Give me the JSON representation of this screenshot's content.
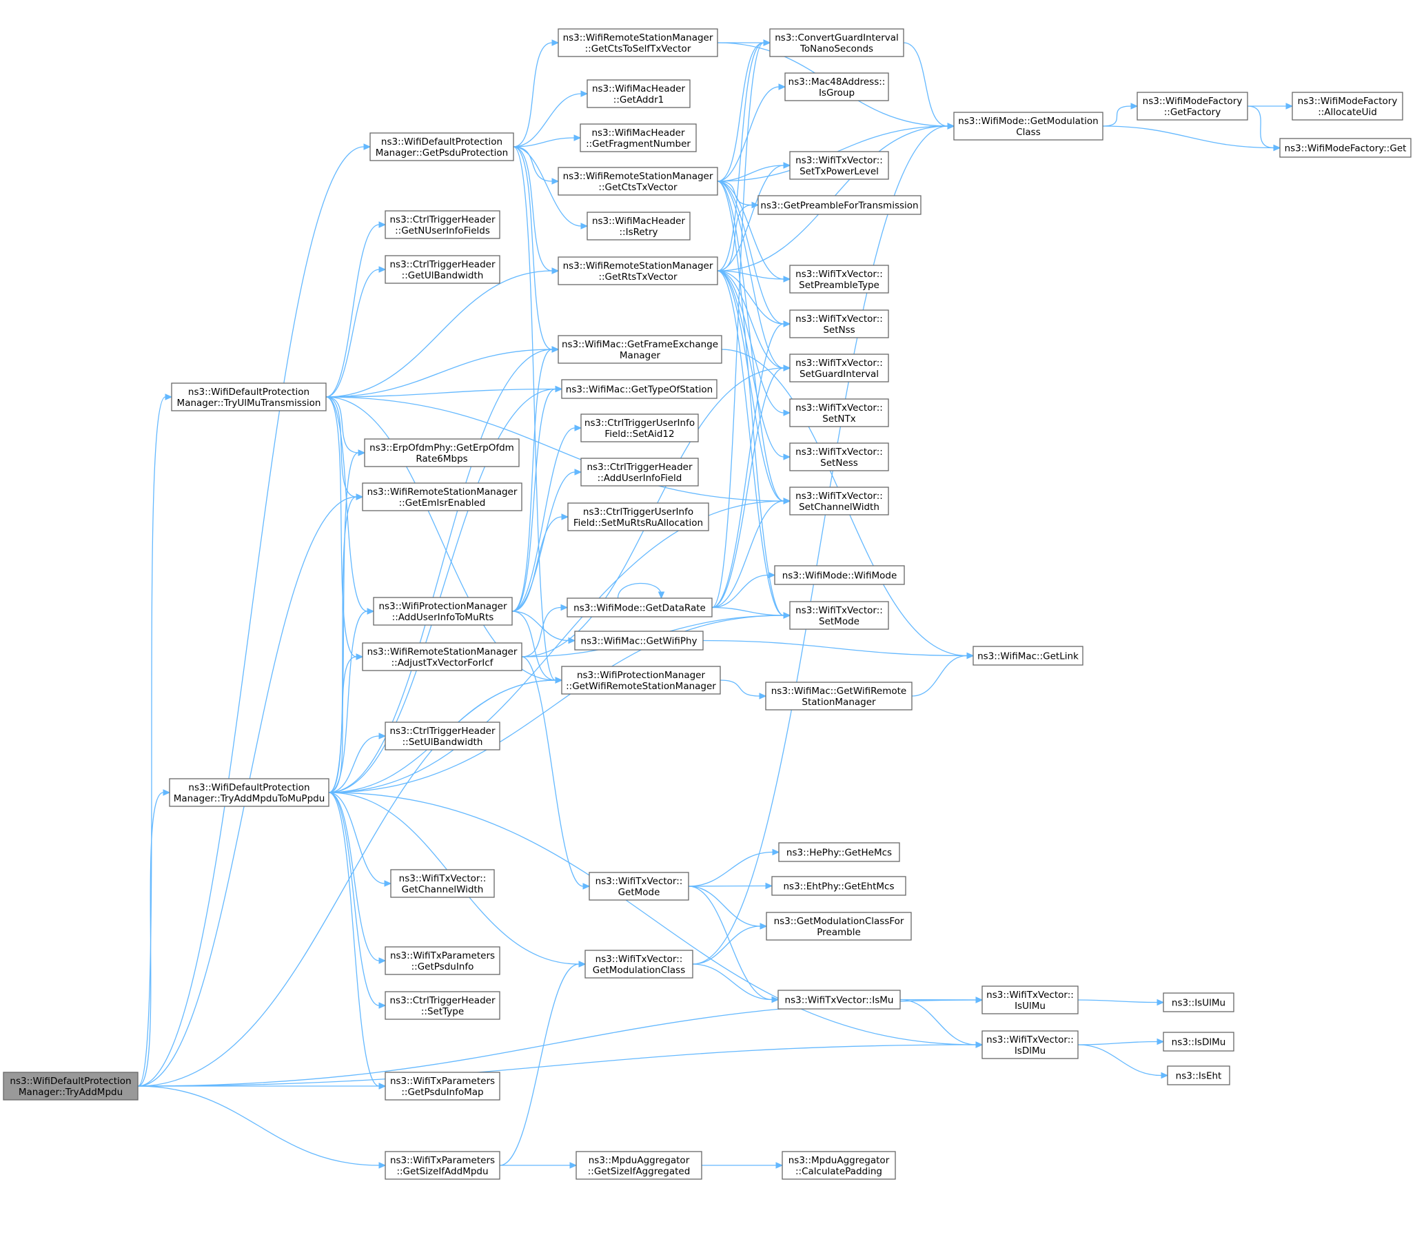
{
  "graph": {
    "nodes": [
      {
        "id": "TryAddMpdu",
        "lines": [
          "ns3::WifiDefaultProtection",
          "Manager::TryAddMpdu"
        ],
        "root": true
      },
      {
        "id": "GetPsduProtection",
        "lines": [
          "ns3::WifiDefaultProtection",
          "Manager::GetPsduProtection"
        ]
      },
      {
        "id": "TryUlMuTransmission",
        "lines": [
          "ns3::WifiDefaultProtection",
          "Manager::TryUlMuTransmission"
        ]
      },
      {
        "id": "TryAddMpduToMuPpdu",
        "lines": [
          "ns3::WifiDefaultProtection",
          "Manager::TryAddMpduToMuPpdu"
        ]
      },
      {
        "id": "GetCtsToSelfTxVector",
        "lines": [
          "ns3::WifiRemoteStationManager",
          "::GetCtsToSelfTxVector"
        ]
      },
      {
        "id": "GetAddr1",
        "lines": [
          "ns3::WifiMacHeader",
          "::GetAddr1"
        ]
      },
      {
        "id": "GetFragmentNumber",
        "lines": [
          "ns3::WifiMacHeader",
          "::GetFragmentNumber"
        ]
      },
      {
        "id": "GetCtsTxVector",
        "lines": [
          "ns3::WifiRemoteStationManager",
          "::GetCtsTxVector"
        ]
      },
      {
        "id": "IsRetry",
        "lines": [
          "ns3::WifiMacHeader",
          "::IsRetry"
        ]
      },
      {
        "id": "GetRtsTxVector",
        "lines": [
          "ns3::WifiRemoteStationManager",
          "::GetRtsTxVector"
        ]
      },
      {
        "id": "GetNUserInfoFields",
        "lines": [
          "ns3::CtrlTriggerHeader",
          "::GetNUserInfoFields"
        ]
      },
      {
        "id": "GetUlBandwidth",
        "lines": [
          "ns3::CtrlTriggerHeader",
          "::GetUlBandwidth"
        ]
      },
      {
        "id": "GetFrameExchangeManager",
        "lines": [
          "ns3::WifiMac::GetFrameExchange",
          "Manager"
        ]
      },
      {
        "id": "GetTypeOfStation",
        "lines": [
          "ns3::WifiMac::GetTypeOfStation"
        ]
      },
      {
        "id": "SetAid12",
        "lines": [
          "ns3::CtrlTriggerUserInfo",
          "Field::SetAid12"
        ]
      },
      {
        "id": "AddUserInfoField",
        "lines": [
          "ns3::CtrlTriggerHeader",
          "::AddUserInfoField"
        ]
      },
      {
        "id": "SetMuRtsRuAllocation",
        "lines": [
          "ns3::CtrlTriggerUserInfo",
          "Field::SetMuRtsRuAllocation"
        ]
      },
      {
        "id": "GetErpOfdmRate6Mbps",
        "lines": [
          "ns3::ErpOfdmPhy::GetErpOfdm",
          "Rate6Mbps"
        ]
      },
      {
        "id": "GetEmlsrEnabled",
        "lines": [
          "ns3::WifiRemoteStationManager",
          "::GetEmlsrEnabled"
        ]
      },
      {
        "id": "AddUserInfoToMuRts",
        "lines": [
          "ns3::WifiProtectionManager",
          "::AddUserInfoToMuRts"
        ]
      },
      {
        "id": "AdjustTxVectorForIcf",
        "lines": [
          "ns3::WifiRemoteStationManager",
          "::AdjustTxVectorForIcf"
        ]
      },
      {
        "id": "GetDataRate",
        "lines": [
          "ns3::WifiMode::GetDataRate"
        ]
      },
      {
        "id": "GetWifiPhy",
        "lines": [
          "ns3::WifiMac::GetWifiPhy"
        ]
      },
      {
        "id": "PMGetWifiRemoteStationManager",
        "lines": [
          "ns3::WifiProtectionManager",
          "::GetWifiRemoteStationManager"
        ]
      },
      {
        "id": "SetUlBandwidth",
        "lines": [
          "ns3::CtrlTriggerHeader",
          "::SetUlBandwidth"
        ]
      },
      {
        "id": "GetChannelWidth",
        "lines": [
          "ns3::WifiTxVector::",
          "GetChannelWidth"
        ]
      },
      {
        "id": "GetPsduInfo",
        "lines": [
          "ns3::WifiTxParameters",
          "::GetPsduInfo"
        ]
      },
      {
        "id": "SetType",
        "lines": [
          "ns3::CtrlTriggerHeader",
          "::SetType"
        ]
      },
      {
        "id": "GetPsduInfoMap",
        "lines": [
          "ns3::WifiTxParameters",
          "::GetPsduInfoMap"
        ]
      },
      {
        "id": "GetSizeIfAddMpdu",
        "lines": [
          "ns3::WifiTxParameters",
          "::GetSizeIfAddMpdu"
        ]
      },
      {
        "id": "TxGetMode",
        "lines": [
          "ns3::WifiTxVector::",
          "GetMode"
        ]
      },
      {
        "id": "TxGetModulationClass",
        "lines": [
          "ns3::WifiTxVector::",
          "GetModulationClass"
        ]
      },
      {
        "id": "GetSizeIfAggregated",
        "lines": [
          "ns3::MpduAggregator",
          "::GetSizeIfAggregated"
        ]
      },
      {
        "id": "ConvertGuardInterval",
        "lines": [
          "ns3::ConvertGuardInterval",
          "ToNanoSeconds"
        ]
      },
      {
        "id": "IsGroup",
        "lines": [
          "ns3::Mac48Address::",
          "IsGroup"
        ]
      },
      {
        "id": "SetTxPowerLevel",
        "lines": [
          "ns3::WifiTxVector::",
          "SetTxPowerLevel"
        ]
      },
      {
        "id": "GetPreambleForTransmission",
        "lines": [
          "ns3::GetPreambleForTransmission"
        ]
      },
      {
        "id": "SetPreambleType",
        "lines": [
          "ns3::WifiTxVector::",
          "SetPreambleType"
        ]
      },
      {
        "id": "SetNss",
        "lines": [
          "ns3::WifiTxVector::",
          "SetNss"
        ]
      },
      {
        "id": "SetGuardInterval",
        "lines": [
          "ns3::WifiTxVector::",
          "SetGuardInterval"
        ]
      },
      {
        "id": "SetNTx",
        "lines": [
          "ns3::WifiTxVector::",
          "SetNTx"
        ]
      },
      {
        "id": "SetNess",
        "lines": [
          "ns3::WifiTxVector::",
          "SetNess"
        ]
      },
      {
        "id": "SetChannelWidth",
        "lines": [
          "ns3::WifiTxVector::",
          "SetChannelWidth"
        ]
      },
      {
        "id": "WifiModeCtor",
        "lines": [
          "ns3::WifiMode::WifiMode"
        ]
      },
      {
        "id": "SetMode",
        "lines": [
          "ns3::WifiTxVector::",
          "SetMode"
        ]
      },
      {
        "id": "MacGetWifiRemoteStationManager",
        "lines": [
          "ns3::WifiMac::GetWifiRemote",
          "StationManager"
        ]
      },
      {
        "id": "GetHeMcs",
        "lines": [
          "ns3::HePhy::GetHeMcs"
        ]
      },
      {
        "id": "GetEhtMcs",
        "lines": [
          "ns3::EhtPhy::GetEhtMcs"
        ]
      },
      {
        "id": "GetModulationClassForPreamble",
        "lines": [
          "ns3::GetModulationClassFor",
          "Preamble"
        ]
      },
      {
        "id": "TxIsMu",
        "lines": [
          "ns3::WifiTxVector::IsMu"
        ]
      },
      {
        "id": "CalculatePadding",
        "lines": [
          "ns3::MpduAggregator",
          "::CalculatePadding"
        ]
      },
      {
        "id": "ModeGetModulationClass",
        "lines": [
          "ns3::WifiMode::GetModulation",
          "Class"
        ]
      },
      {
        "id": "GetLink",
        "lines": [
          "ns3::WifiMac::GetLink"
        ]
      },
      {
        "id": "TxIsUlMu",
        "lines": [
          "ns3::WifiTxVector::",
          "IsUlMu"
        ]
      },
      {
        "id": "TxIsDlMu",
        "lines": [
          "ns3::WifiTxVector::",
          "IsDlMu"
        ]
      },
      {
        "id": "GetFactory",
        "lines": [
          "ns3::WifiModeFactory",
          "::GetFactory"
        ]
      },
      {
        "id": "AllocateUid",
        "lines": [
          "ns3::WifiModeFactory",
          "::AllocateUid"
        ]
      },
      {
        "id": "FactoryGet",
        "lines": [
          "ns3::WifiModeFactory::Get"
        ]
      },
      {
        "id": "IsUlMu",
        "lines": [
          "ns3::IsUlMu"
        ]
      },
      {
        "id": "IsDlMu",
        "lines": [
          "ns3::IsDlMu"
        ]
      },
      {
        "id": "IsEht",
        "lines": [
          "ns3::IsEht"
        ]
      }
    ],
    "edges": [
      [
        "TryAddMpdu",
        "GetPsduProtection"
      ],
      [
        "TryAddMpdu",
        "TryUlMuTransmission"
      ],
      [
        "TryAddMpdu",
        "TryAddMpduToMuPpdu"
      ],
      [
        "TryAddMpdu",
        "GetEmlsrEnabled"
      ],
      [
        "TryAddMpdu",
        "GetPsduInfoMap"
      ],
      [
        "TryAddMpdu",
        "GetSizeIfAddMpdu"
      ],
      [
        "TryAddMpdu",
        "PMGetWifiRemoteStationManager"
      ],
      [
        "TryAddMpdu",
        "TxIsUlMu"
      ],
      [
        "TryAddMpdu",
        "TxIsDlMu"
      ],
      [
        "GetPsduProtection",
        "GetCtsToSelfTxVector"
      ],
      [
        "GetPsduProtection",
        "GetAddr1"
      ],
      [
        "GetPsduProtection",
        "GetFragmentNumber"
      ],
      [
        "GetPsduProtection",
        "GetCtsTxVector"
      ],
      [
        "GetPsduProtection",
        "IsRetry"
      ],
      [
        "GetPsduProtection",
        "GetRtsTxVector"
      ],
      [
        "GetPsduProtection",
        "GetFrameExchangeManager"
      ],
      [
        "GetPsduProtection",
        "PMGetWifiRemoteStationManager"
      ],
      [
        "TryUlMuTransmission",
        "GetNUserInfoFields"
      ],
      [
        "TryUlMuTransmission",
        "GetUlBandwidth"
      ],
      [
        "TryUlMuTransmission",
        "GetRtsTxVector"
      ],
      [
        "TryUlMuTransmission",
        "GetFrameExchangeManager"
      ],
      [
        "TryUlMuTransmission",
        "GetTypeOfStation"
      ],
      [
        "TryUlMuTransmission",
        "GetErpOfdmRate6Mbps"
      ],
      [
        "TryUlMuTransmission",
        "GetEmlsrEnabled"
      ],
      [
        "TryUlMuTransmission",
        "AddUserInfoToMuRts"
      ],
      [
        "TryUlMuTransmission",
        "AdjustTxVectorForIcf"
      ],
      [
        "TryUlMuTransmission",
        "PMGetWifiRemoteStationManager"
      ],
      [
        "TryUlMuTransmission",
        "SetChannelWidth"
      ],
      [
        "TryAddMpduToMuPpdu",
        "GetErpOfdmRate6Mbps"
      ],
      [
        "TryAddMpduToMuPpdu",
        "GetEmlsrEnabled"
      ],
      [
        "TryAddMpduToMuPpdu",
        "AddUserInfoToMuRts"
      ],
      [
        "TryAddMpduToMuPpdu",
        "AdjustTxVectorForIcf"
      ],
      [
        "TryAddMpduToMuPpdu",
        "GetFrameExchangeManager"
      ],
      [
        "TryAddMpduToMuPpdu",
        "GetTypeOfStation"
      ],
      [
        "TryAddMpduToMuPpdu",
        "SetUlBandwidth"
      ],
      [
        "TryAddMpduToMuPpdu",
        "GetChannelWidth"
      ],
      [
        "TryAddMpduToMuPpdu",
        "GetPsduInfo"
      ],
      [
        "TryAddMpduToMuPpdu",
        "SetType"
      ],
      [
        "TryAddMpduToMuPpdu",
        "GetPsduInfoMap"
      ],
      [
        "TryAddMpduToMuPpdu",
        "TxGetModulationClass"
      ],
      [
        "TryAddMpduToMuPpdu",
        "PMGetWifiRemoteStationManager"
      ],
      [
        "TryAddMpduToMuPpdu",
        "SetChannelWidth"
      ],
      [
        "TryAddMpduToMuPpdu",
        "SetMode"
      ],
      [
        "TryAddMpduToMuPpdu",
        "TxIsDlMu"
      ],
      [
        "GetCtsToSelfTxVector",
        "ConvertGuardInterval"
      ],
      [
        "GetCtsToSelfTxVector",
        "ModeGetModulationClass"
      ],
      [
        "GetCtsTxVector",
        "ConvertGuardInterval"
      ],
      [
        "GetCtsTxVector",
        "IsGroup"
      ],
      [
        "GetCtsTxVector",
        "ModeGetModulationClass"
      ],
      [
        "GetCtsTxVector",
        "SetTxPowerLevel"
      ],
      [
        "GetCtsTxVector",
        "GetPreambleForTransmission"
      ],
      [
        "GetCtsTxVector",
        "SetPreambleType"
      ],
      [
        "GetCtsTxVector",
        "SetNss"
      ],
      [
        "GetCtsTxVector",
        "SetGuardInterval"
      ],
      [
        "GetCtsTxVector",
        "SetChannelWidth"
      ],
      [
        "GetCtsTxVector",
        "SetMode"
      ],
      [
        "GetRtsTxVector",
        "ConvertGuardInterval"
      ],
      [
        "GetRtsTxVector",
        "ModeGetModulationClass"
      ],
      [
        "GetRtsTxVector",
        "SetTxPowerLevel"
      ],
      [
        "GetRtsTxVector",
        "GetPreambleForTransmission"
      ],
      [
        "GetRtsTxVector",
        "SetPreambleType"
      ],
      [
        "GetRtsTxVector",
        "SetNss"
      ],
      [
        "GetRtsTxVector",
        "SetGuardInterval"
      ],
      [
        "GetRtsTxVector",
        "SetNTx"
      ],
      [
        "GetRtsTxVector",
        "SetNess"
      ],
      [
        "GetRtsTxVector",
        "SetChannelWidth"
      ],
      [
        "GetRtsTxVector",
        "SetMode"
      ],
      [
        "GetFrameExchangeManager",
        "GetLink"
      ],
      [
        "AddUserInfoToMuRts",
        "GetFrameExchangeManager"
      ],
      [
        "AddUserInfoToMuRts",
        "GetTypeOfStation"
      ],
      [
        "AddUserInfoToMuRts",
        "SetAid12"
      ],
      [
        "AddUserInfoToMuRts",
        "AddUserInfoField"
      ],
      [
        "AddUserInfoToMuRts",
        "SetMuRtsRuAllocation"
      ],
      [
        "AddUserInfoToMuRts",
        "GetWifiPhy"
      ],
      [
        "AddUserInfoToMuRts",
        "PMGetWifiRemoteStationManager"
      ],
      [
        "AdjustTxVectorForIcf",
        "GetDataRate"
      ],
      [
        "AdjustTxVectorForIcf",
        "SetGuardInterval"
      ],
      [
        "AdjustTxVectorForIcf",
        "TxGetMode"
      ],
      [
        "AdjustTxVectorForIcf",
        "SetMode"
      ],
      [
        "GetDataRate",
        "GetDataRate"
      ],
      [
        "GetDataRate",
        "ConvertGuardInterval"
      ],
      [
        "GetDataRate",
        "SetNss"
      ],
      [
        "GetDataRate",
        "SetGuardInterval"
      ],
      [
        "GetDataRate",
        "SetChannelWidth"
      ],
      [
        "GetDataRate",
        "WifiModeCtor"
      ],
      [
        "GetDataRate",
        "SetMode"
      ],
      [
        "GetWifiPhy",
        "GetLink"
      ],
      [
        "PMGetWifiRemoteStationManager",
        "MacGetWifiRemoteStationManager"
      ],
      [
        "MacGetWifiRemoteStationManager",
        "GetLink"
      ],
      [
        "GetSizeIfAddMpdu",
        "TxGetModulationClass"
      ],
      [
        "GetSizeIfAddMpdu",
        "GetSizeIfAggregated"
      ],
      [
        "GetSizeIfAggregated",
        "CalculatePadding"
      ],
      [
        "TxGetMode",
        "GetHeMcs"
      ],
      [
        "TxGetMode",
        "GetEhtMcs"
      ],
      [
        "TxGetMode",
        "GetModulationClassForPreamble"
      ],
      [
        "TxGetMode",
        "TxIsMu"
      ],
      [
        "TxGetModulationClass",
        "GetModulationClassForPreamble"
      ],
      [
        "TxGetModulationClass",
        "ModeGetModulationClass"
      ],
      [
        "TxGetModulationClass",
        "TxIsMu"
      ],
      [
        "TxIsMu",
        "TxIsUlMu"
      ],
      [
        "TxIsMu",
        "TxIsDlMu"
      ],
      [
        "TxIsUlMu",
        "IsUlMu"
      ],
      [
        "TxIsDlMu",
        "IsDlMu"
      ],
      [
        "TxIsDlMu",
        "IsEht"
      ],
      [
        "ConvertGuardInterval",
        "ModeGetModulationClass"
      ],
      [
        "ModeGetModulationClass",
        "GetFactory"
      ],
      [
        "ModeGetModulationClass",
        "FactoryGet"
      ],
      [
        "GetFactory",
        "AllocateUid"
      ],
      [
        "GetFactory",
        "FactoryGet"
      ]
    ]
  }
}
